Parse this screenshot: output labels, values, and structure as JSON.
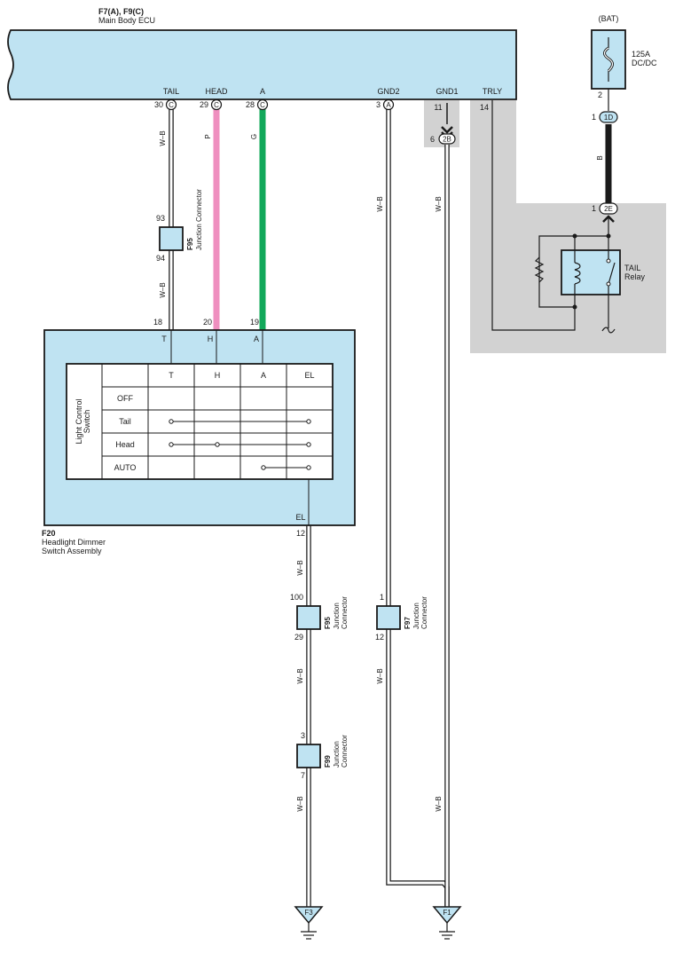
{
  "colors": {
    "component_fill": "#bfe3f2",
    "shade": "#d2d2d2",
    "wire_wb": "#ffffff",
    "wire_p": "#ef8fbf",
    "wire_g": "#12a85a",
    "wire_b": "#1a1a1a"
  },
  "ecu": {
    "id": "F7(A), F9(C)",
    "name": "Main Body ECU",
    "pins": [
      {
        "label": "TAIL",
        "num": "30",
        "conn": "C"
      },
      {
        "label": "HEAD",
        "num": "29",
        "conn": "C"
      },
      {
        "label": "A",
        "num": "28",
        "conn": "C"
      },
      {
        "label": "GND2",
        "num": "3",
        "conn": "A"
      },
      {
        "label": "GND1",
        "num": "11"
      },
      {
        "label": "TRLY",
        "num": "14"
      }
    ]
  },
  "wires": {
    "wb": "W–B",
    "p": "P",
    "g": "G",
    "b": "B"
  },
  "battery": {
    "label": "(BAT)",
    "fuse_rating": "125A",
    "fuse_name": "DC/DC",
    "pin": "2"
  },
  "connectors": {
    "c1d": {
      "num": "1",
      "id": "1D"
    },
    "c2e": {
      "num": "1",
      "id": "2E"
    },
    "c2b": {
      "num": "6",
      "id": "2B"
    }
  },
  "relay": {
    "line1": "TAIL",
    "line2": "Relay"
  },
  "j1": {
    "id": "F95",
    "name": "Junction Connector",
    "pin_top": "93",
    "pin_bot": "94"
  },
  "j2": {
    "id": "F95",
    "line1": "Junction",
    "line2": "Connector",
    "pin_top": "100",
    "pin_bot": "29"
  },
  "j3": {
    "id": "F97",
    "line1": "Junction",
    "line2": "Connector",
    "pin_top": "1",
    "pin_bot": "12"
  },
  "j4": {
    "id": "F99",
    "line1": "Junction",
    "line2": "Connector",
    "pin_top": "3",
    "pin_bot": "7"
  },
  "switch_assy": {
    "id": "F20",
    "name_line1": "Headlight Dimmer",
    "name_line2": "Switch Assembly",
    "pins": [
      {
        "num": "18",
        "label": "T"
      },
      {
        "num": "20",
        "label": "H"
      },
      {
        "num": "19",
        "label": "A"
      }
    ],
    "el_label": "EL",
    "el_pin": "12"
  },
  "switch_table": {
    "title_line1": "Light Control",
    "title_line2": "Switch",
    "columns": [
      "T",
      "H",
      "A",
      "EL"
    ],
    "rows": [
      "OFF",
      "Tail",
      "Head",
      "AUTO"
    ]
  },
  "grounds": {
    "g1": "F3",
    "g2": "F1"
  }
}
